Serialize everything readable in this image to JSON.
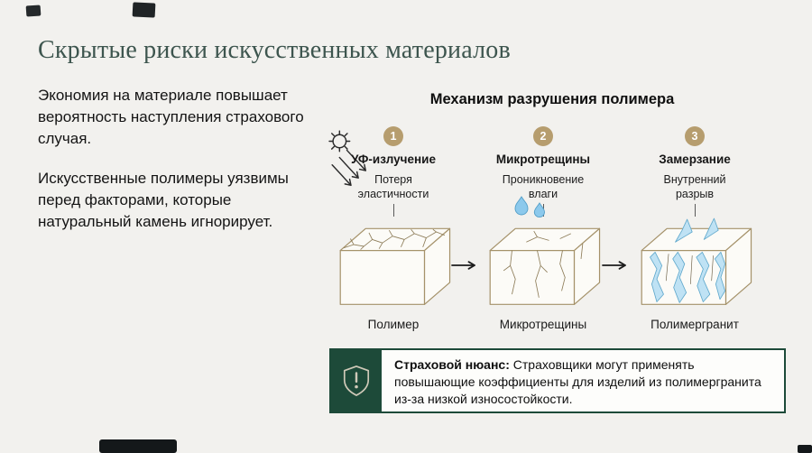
{
  "header": {
    "title": "Скрытые риски искусственных материалов"
  },
  "intro": {
    "para1": "Экономия на материале повышает вероятность наступления страхового случая.",
    "para2": "Искусственные полимеры уязвимы перед факторами, которые натуральный камень игнорирует."
  },
  "diagram": {
    "title": "Механизм разрушения полимера",
    "stages": [
      {
        "number": "1",
        "label": "УФ-излучение",
        "annotation": "Потеря эластичности",
        "caption": "Полимер"
      },
      {
        "number": "2",
        "label": "Микротрещины",
        "annotation": "Проникновение влаги",
        "caption": "Микротрещины"
      },
      {
        "number": "3",
        "label": "Замерзание",
        "annotation": "Внутренний разрыв",
        "caption": "Полимергранит"
      }
    ]
  },
  "callout": {
    "lead": "Страховой нюанс:",
    "text": " Страховщики могут применять повышающие коэффициенты для изделий из полимергранита из-за низкой износостойкости."
  },
  "colors": {
    "accent_green": "#1d4a39",
    "badge_tan": "#b69d6e",
    "box_outline": "#a5926a",
    "ice_blue": "#8cc9ec",
    "title_green": "#3d554e",
    "background": "#f2f1ee"
  }
}
